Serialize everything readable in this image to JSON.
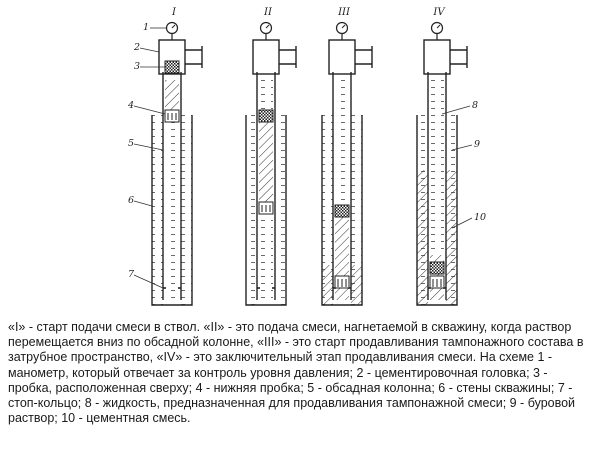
{
  "diagram": {
    "stages": [
      {
        "numeral": "I",
        "stage": 1
      },
      {
        "numeral": "II",
        "stage": 2
      },
      {
        "numeral": "III",
        "stage": 3
      },
      {
        "numeral": "IV",
        "stage": 4
      }
    ],
    "callouts": [
      {
        "id": "1",
        "text": "1"
      },
      {
        "id": "2",
        "text": "2"
      },
      {
        "id": "3",
        "text": "3"
      },
      {
        "id": "4",
        "text": "4"
      },
      {
        "id": "5",
        "text": "5"
      },
      {
        "id": "6",
        "text": "6"
      },
      {
        "id": "7",
        "text": "7"
      },
      {
        "id": "8",
        "text": "8"
      },
      {
        "id": "9",
        "text": "9"
      },
      {
        "id": "10",
        "text": "10"
      }
    ]
  },
  "caption": {
    "text": "«I» - старт подачи смеси в ствол. «II» - это подача смеси, нагнетаемой в скважину, когда раствор перемещается вниз по обсадной колонне, «III» - это старт продавливания тампонажного состава в затрубное пространство, «IV» - это заключительный этап продавливания смеси. На схеме 1 - манометр, который отвечает за контроль уровня давления; 2 - цементировочная головка; 3 - пробка, расположенная сверху; 4 - нижняя пробка; 5 - обсадная колонна; 6 - стены скважины; 7 - стоп-кольцо; 8 - жидкость, предназначенная для продавливания тампонажной смеси; 9 - буровой раствор; 10 - цементная смесь."
  }
}
